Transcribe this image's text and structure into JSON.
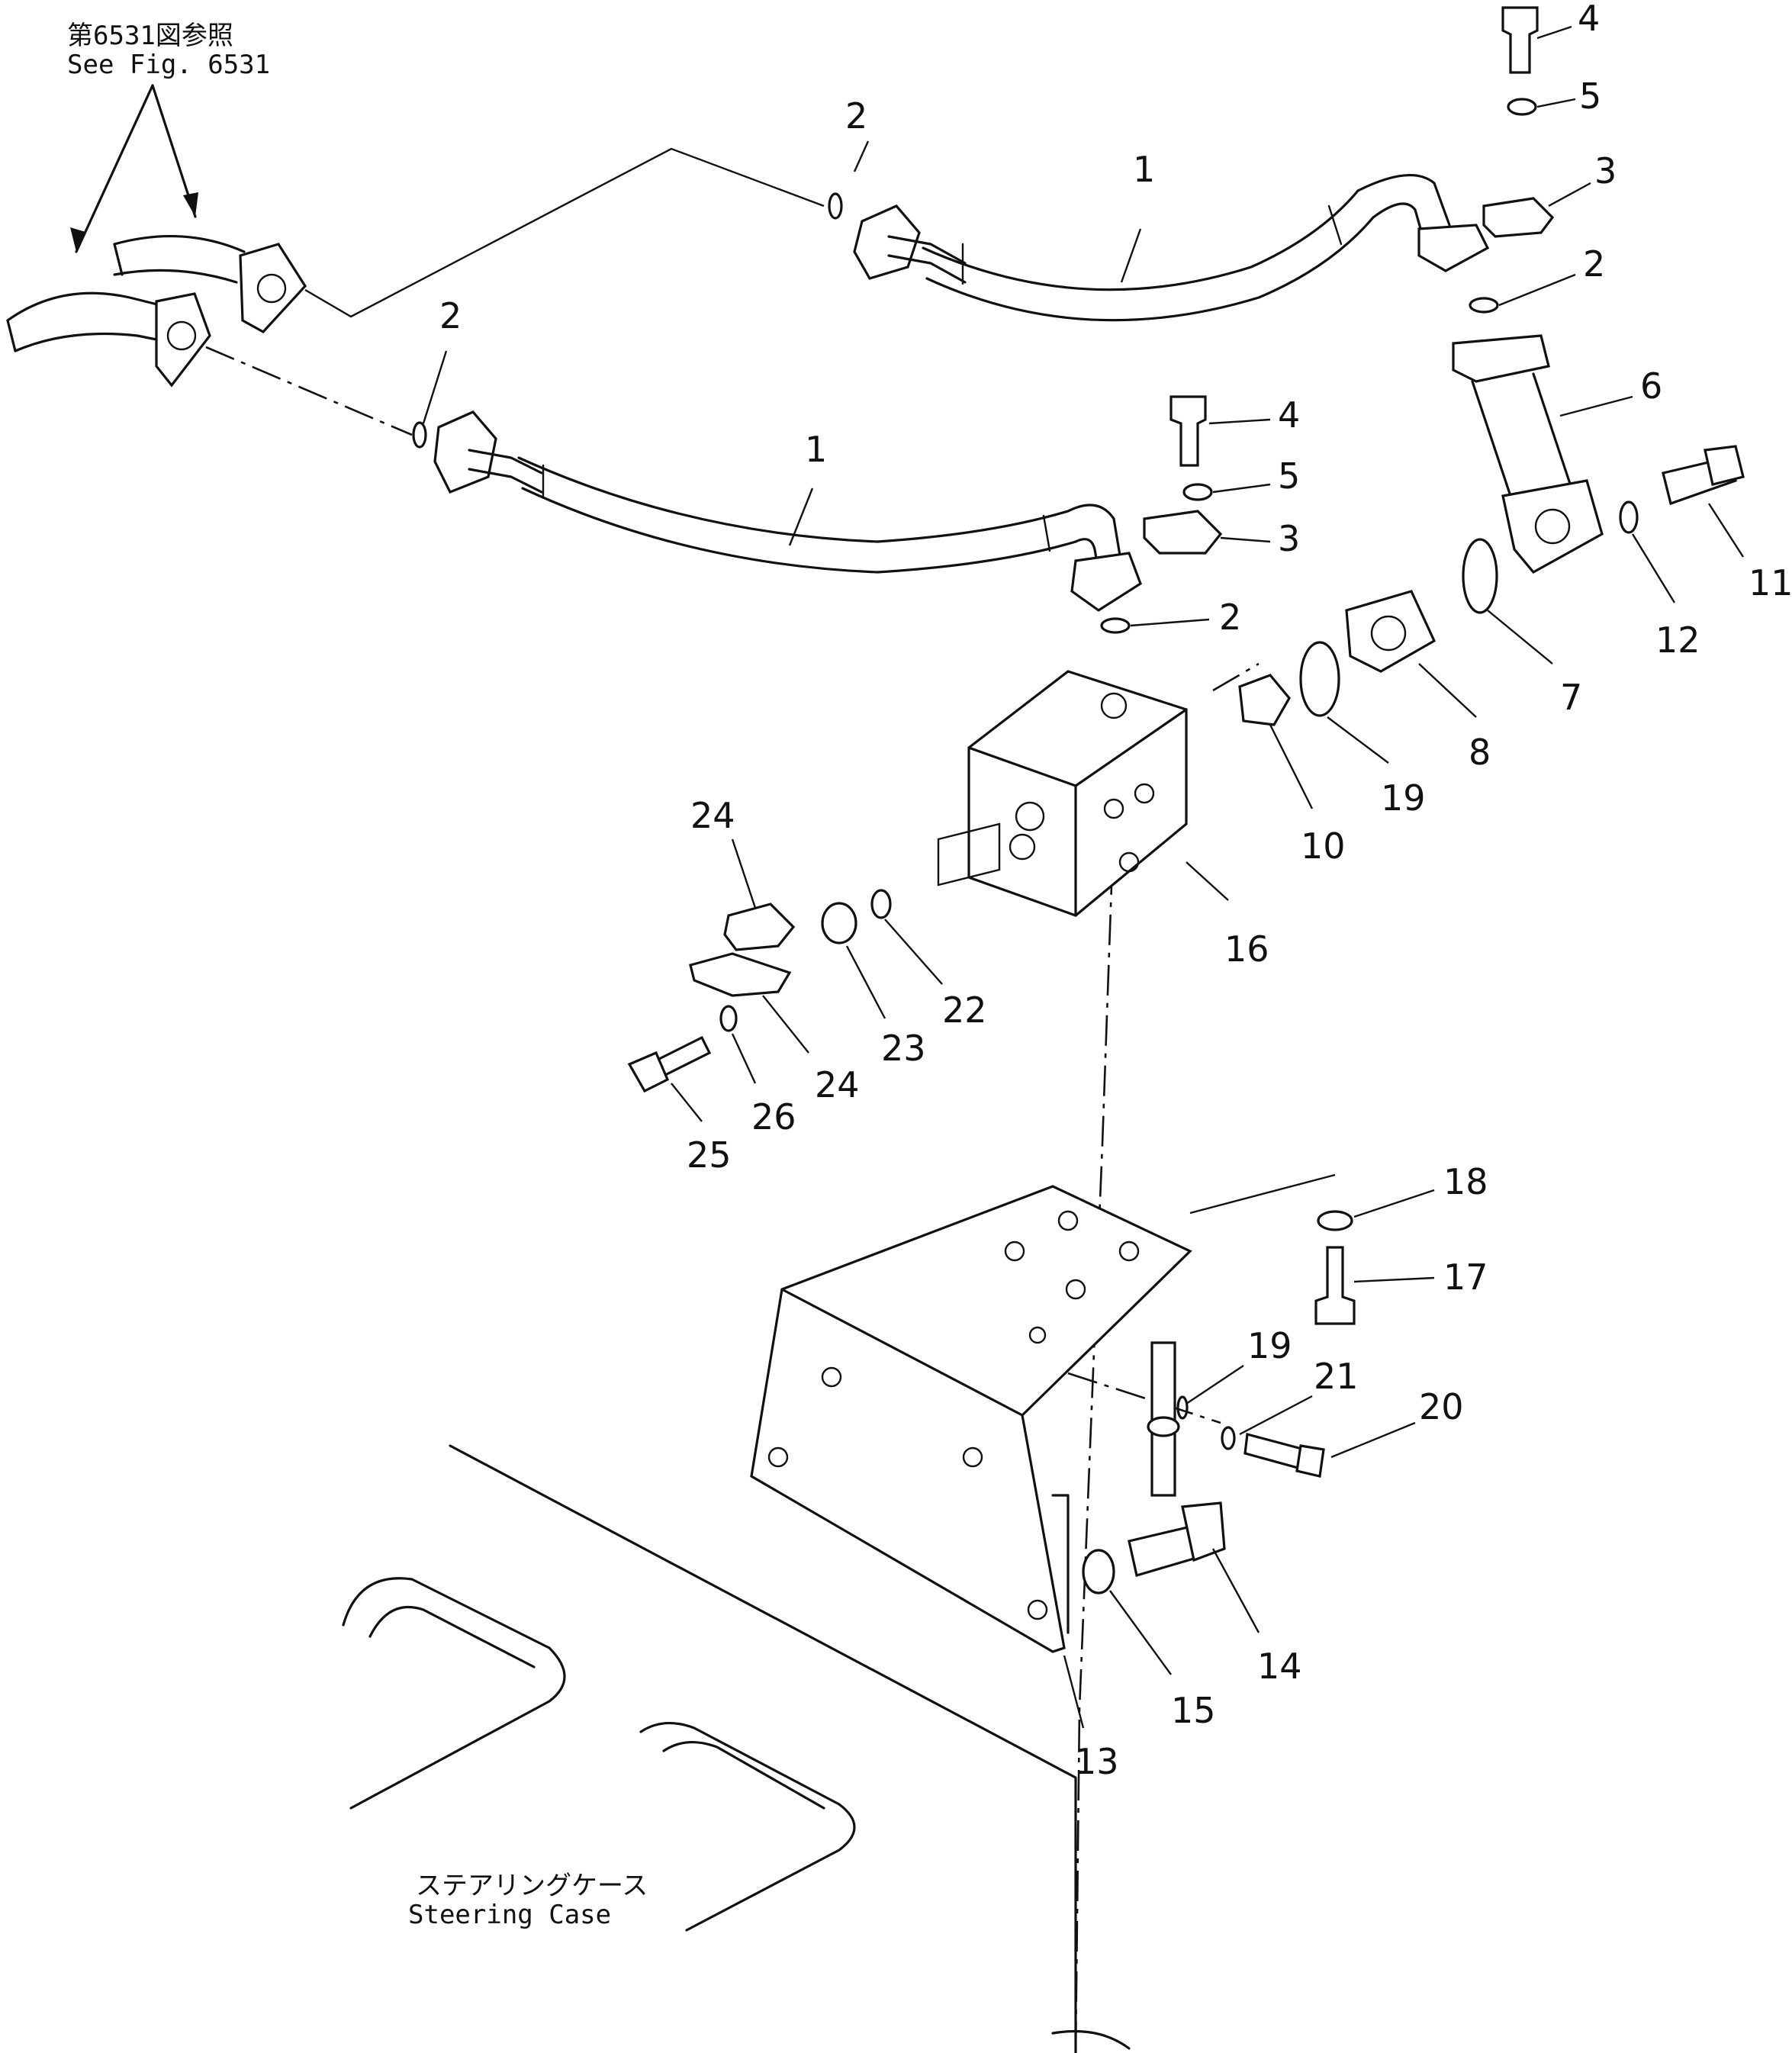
{
  "reference_note": {
    "jp": "第6531図参照",
    "en": "See Fig. 6531"
  },
  "case_label": {
    "jp": "ステアリングケース",
    "en": "Steering Case"
  },
  "callouts": {
    "c1a": "1",
    "c1b": "1",
    "c2a": "2",
    "c2b": "2",
    "c2c": "2",
    "c2d": "2",
    "c3a": "3",
    "c3b": "3",
    "c4a": "4",
    "c4b": "4",
    "c5a": "5",
    "c5b": "5",
    "c6": "6",
    "c7": "7",
    "c8": "8",
    "c10": "10",
    "c11": "11",
    "c12": "12",
    "c13": "13",
    "c14": "14",
    "c15": "15",
    "c16": "16",
    "c17": "17",
    "c18": "18",
    "c19a": "19",
    "c19b": "19",
    "c20": "20",
    "c21": "21",
    "c22": "22",
    "c23": "23",
    "c24a": "24",
    "c24b": "24",
    "c25": "25",
    "c26": "26"
  }
}
